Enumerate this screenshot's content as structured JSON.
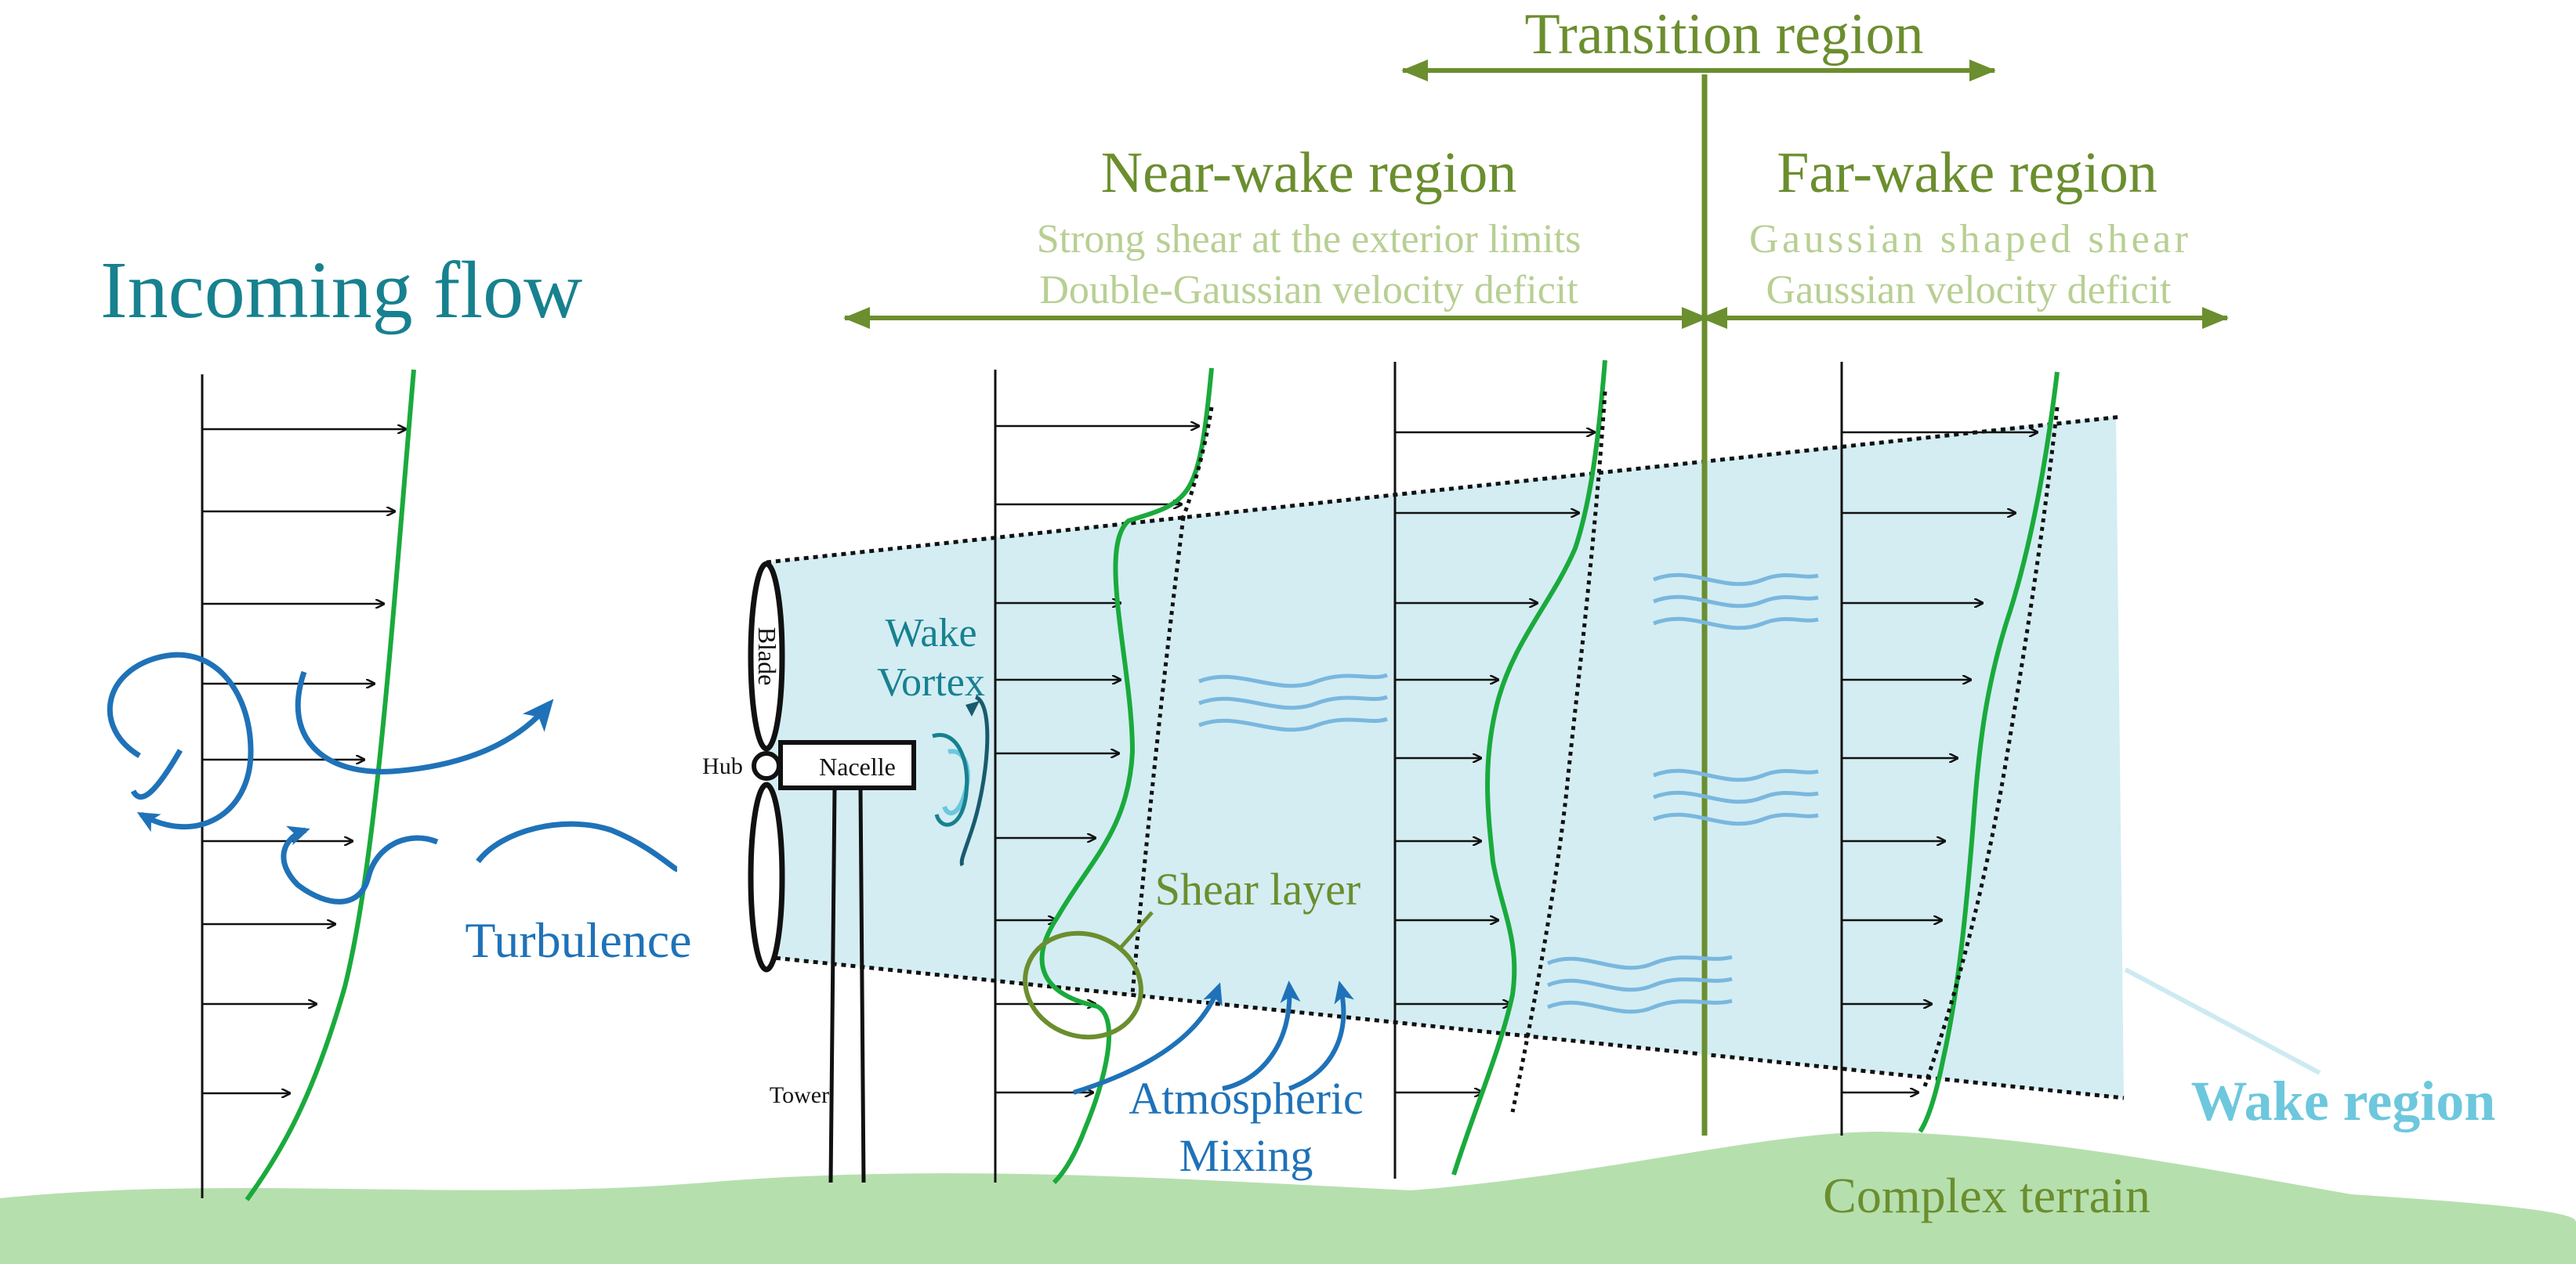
{
  "labels": {
    "transition_region": "Transition region",
    "near_wake_region": "Near-wake region",
    "near_wake_desc_1": "Strong shear at the exterior limits",
    "near_wake_desc_2": "Double-Gaussian velocity deficit",
    "far_wake_region": "Far-wake region",
    "far_wake_desc_1": "Gaussian shaped shear",
    "far_wake_desc_2": "Gaussian velocity deficit",
    "incoming_flow": "Incoming flow",
    "wake_vortex_1": "Wake",
    "wake_vortex_2": "Vortex",
    "shear_layer": "Shear layer",
    "turbulence": "Turbulence",
    "atmospheric_1": "Atmospheric",
    "atmospheric_2": "Mixing",
    "wake_region": "Wake region",
    "complex_terrain": "Complex terrain",
    "blade": "Blade",
    "hub": "Hub",
    "nacelle": "Nacelle",
    "tower": "Tower"
  },
  "colors": {
    "olive": "#6b8e2e",
    "olive_light": "#b8cf93",
    "teal": "#17818f",
    "blue": "#1f72b8",
    "wake_fill": "#d3edf3",
    "terrain": "#b6dfae",
    "profile_green": "#1aaa3c"
  }
}
